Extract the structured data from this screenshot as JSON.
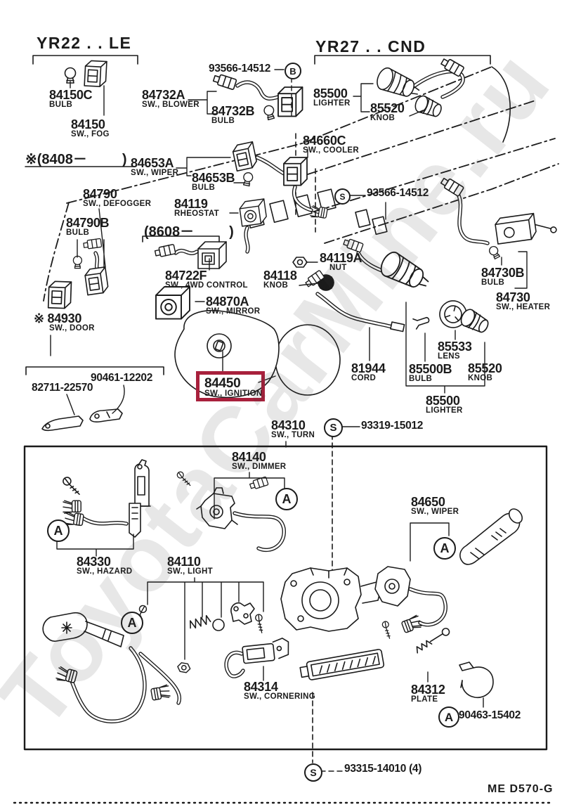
{
  "page": {
    "watermark": "ToyotaCarMine.ru",
    "drawing_code": "ME  D570-G",
    "highlight_color": "#a8203c"
  },
  "headers": {
    "yr22": "YR22 . . LE",
    "yr27": "YR27 . . CND"
  },
  "notes": {
    "n8408": "※(8408－         )",
    "n8608": "(8608－         )"
  },
  "callouts": {
    "a": "A",
    "b": "B",
    "s": "S"
  },
  "parts": {
    "p84150c": {
      "number": "84150C",
      "name": "BULB"
    },
    "p84150": {
      "number": "84150",
      "name": "SW., FOG"
    },
    "p84732a": {
      "number": "84732A",
      "name": "SW., BLOWER"
    },
    "p84732b": {
      "number": "84732B",
      "name": "BULB"
    },
    "p93566_b": {
      "number": "93566-14512"
    },
    "p93566_s": {
      "number": "93566-14512"
    },
    "p85500_top": {
      "number": "85500",
      "name": "LIGHTER"
    },
    "p85520_top": {
      "number": "85520",
      "name": "KNOB"
    },
    "p84660c": {
      "number": "84660C",
      "name": "SW., COOLER"
    },
    "p84653a": {
      "number": "84653A",
      "name": "SW., WIPER"
    },
    "p84653b": {
      "number": "84653B",
      "name": "BULB"
    },
    "p84790": {
      "number": "84790",
      "name": "SW., DEFOGGER"
    },
    "p84790b": {
      "number": "84790B",
      "name": "BULB"
    },
    "p84119": {
      "number": "84119",
      "name": "RHEOSTAT"
    },
    "p84722f": {
      "number": "84722F",
      "name": "SW., 4WD CONTROL"
    },
    "p84870a": {
      "number": "84870A",
      "name": "SW., MIRROR"
    },
    "p84930": {
      "number": "※ 84930",
      "name": "SW., DOOR"
    },
    "p84119a": {
      "number": "84119A",
      "name": "NUT"
    },
    "p84118": {
      "number": "84118",
      "name": "KNOB"
    },
    "p84730b": {
      "number": "84730B",
      "name": "BULB"
    },
    "p84730": {
      "number": "84730",
      "name": "SW., HEATER"
    },
    "p90461": {
      "number": "90461-12202"
    },
    "p82711": {
      "number": "82711-22570"
    },
    "p84450": {
      "number": "84450",
      "name": "SW., IGNITION"
    },
    "p81944": {
      "number": "81944",
      "name": "CORD"
    },
    "p85533": {
      "number": "85533",
      "name": "LENS"
    },
    "p85500b": {
      "number": "85500B",
      "name": "BULB"
    },
    "p85520_mid": {
      "number": "85520",
      "name": "KNOB"
    },
    "p85500_mid": {
      "number": "85500",
      "name": "LIGHTER"
    },
    "p84310": {
      "number": "84310",
      "name": "SW., TURN"
    },
    "p93319": {
      "number": "93319-15012"
    },
    "p84140": {
      "number": "84140",
      "name": "SW., DIMMER"
    },
    "p84330": {
      "number": "84330",
      "name": "SW., HAZARD"
    },
    "p84110": {
      "number": "84110",
      "name": "SW., LIGHT"
    },
    "p84650": {
      "number": "84650",
      "name": "SW., WIPER"
    },
    "p84314": {
      "number": "84314",
      "name": "SW., CORNERING"
    },
    "p84312": {
      "number": "84312",
      "name": "PLATE"
    },
    "p90463": {
      "number": "90463-15402"
    },
    "p93315": {
      "number": "93315-14010 (4)"
    }
  }
}
